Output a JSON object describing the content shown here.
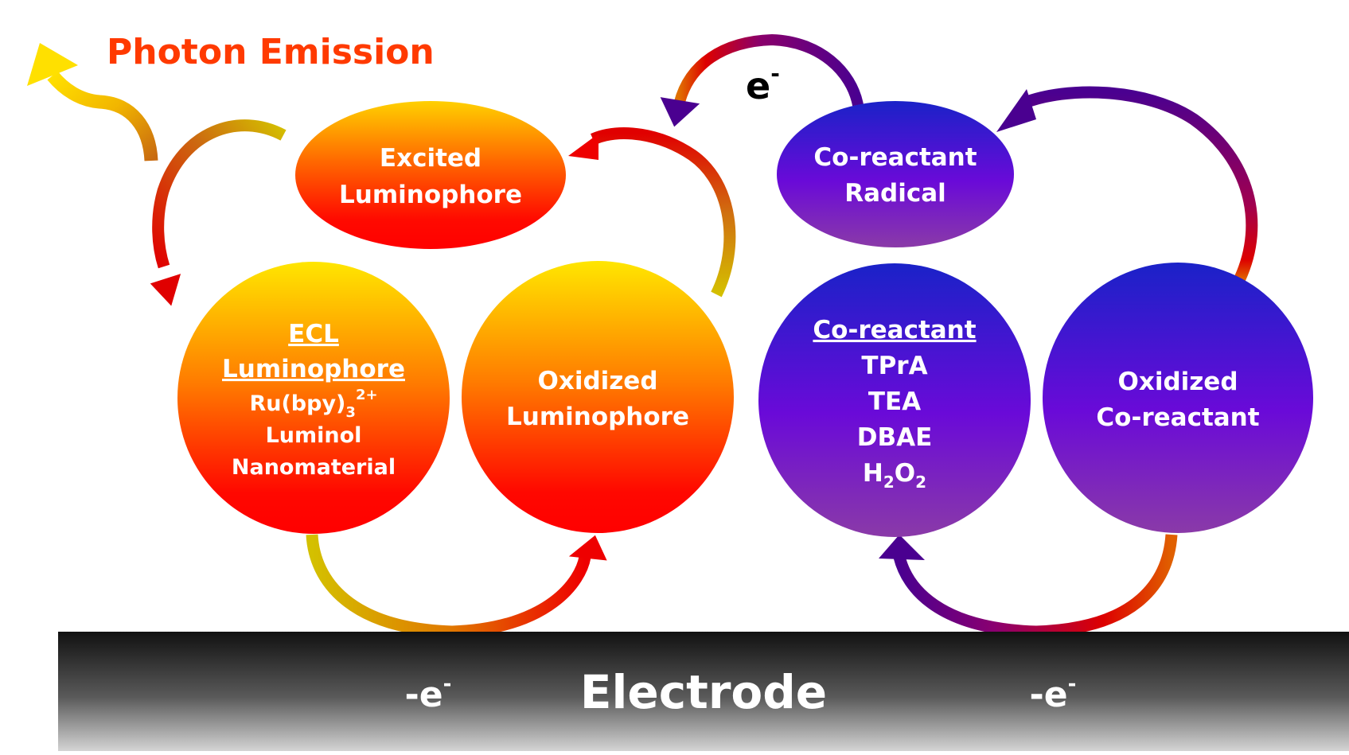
{
  "title": "Photon Emission",
  "electron_label": "e",
  "electron_charge": "-",
  "colors": {
    "warm_top": "#ffe600",
    "warm_mid": "#ff7a00",
    "warm_bottom": "#ff0000",
    "cool_top": "#1a22c8",
    "cool_mid": "#6a0ad8",
    "cool_bottom": "#8a3aa8",
    "title": "#ff3a00",
    "electrode_top": "#111111",
    "electrode_bottom": "#d4d4d4"
  },
  "nodes": {
    "excited_luminophore": {
      "line1": "Excited",
      "line2": "Luminophore"
    },
    "ecl_luminophore": {
      "heading1": "ECL",
      "heading2": "Luminophore",
      "examples": {
        "ru": {
          "base": "Ru(bpy)",
          "sub": "3",
          "sup": "2+"
        },
        "luminol": "Luminol",
        "nanomaterial": "Nanomaterial"
      }
    },
    "oxidized_luminophore": {
      "line1": "Oxidized",
      "line2": "Luminophore"
    },
    "coreactant_radical": {
      "line1": "Co-reactant",
      "line2": "Radical"
    },
    "coreactant": {
      "heading": "Co-reactant",
      "examples": {
        "tpra": "TPrA",
        "tea": "TEA",
        "dbae": "DBAE",
        "h2o2": {
          "h": "H",
          "sub1": "2",
          "o": "O",
          "sub2": "2"
        }
      }
    },
    "oxidized_coreactant": {
      "line1": "Oxidized",
      "line2": "Co-reactant"
    }
  },
  "electrode": {
    "label": "Electrode",
    "left_oxidation": {
      "text": "-e",
      "sup": "-"
    },
    "right_oxidation": {
      "text": "-e",
      "sup": "-"
    }
  }
}
